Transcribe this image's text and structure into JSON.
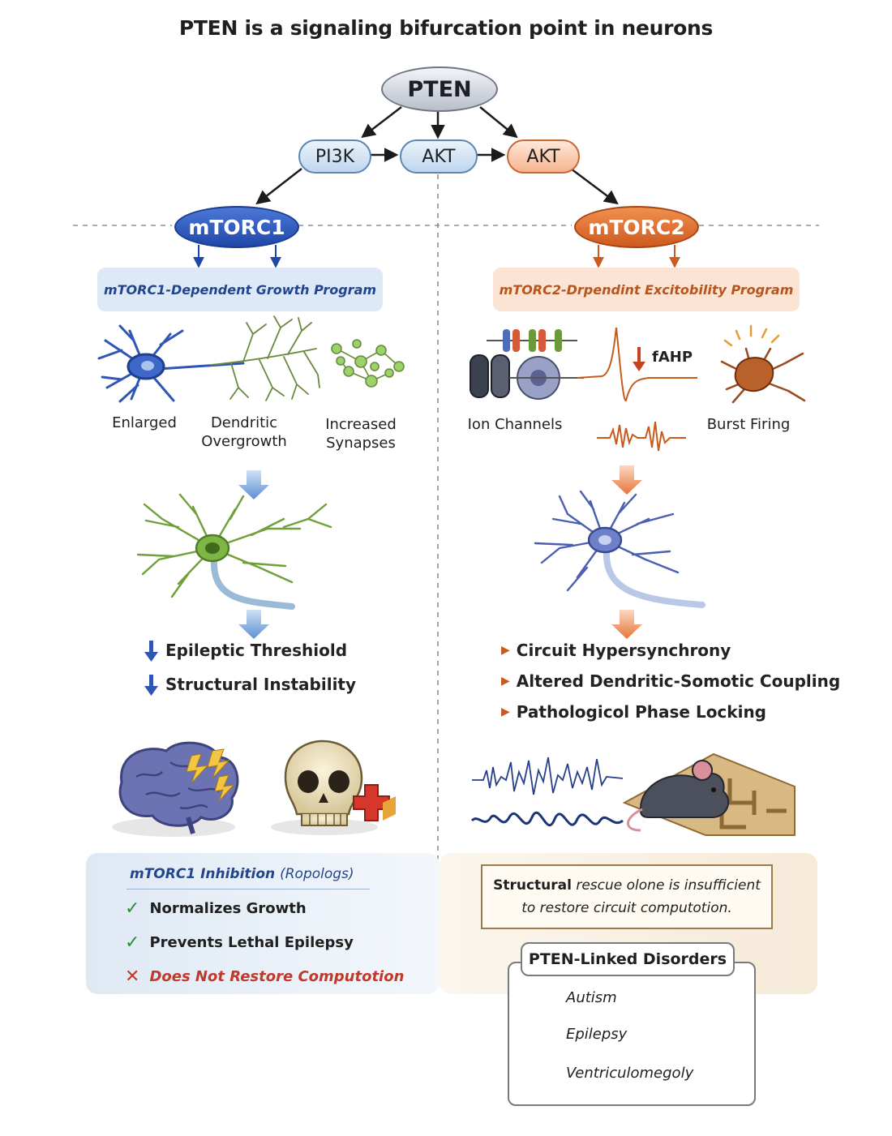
{
  "title": "PTEN is a signaling bifurcation point in neurons",
  "nodes": {
    "pten": "PTEN",
    "pi3k": "PI3K",
    "akt_left": "AKT",
    "akt_right": "AKT",
    "mtorc1": "mTORC1",
    "mtorc2": "mTORC2"
  },
  "programs": {
    "left": "mTORC1-Dependent Growth Program",
    "right": "mTORC2-Drpendint Excitobility Program"
  },
  "left_features": {
    "enlarged": "Enlarged",
    "dendritic_1": "Dendritic",
    "dendritic_2": "Overgrowth",
    "synapses_1": "Increased",
    "synapses_2": "Synapses"
  },
  "right_features": {
    "ion_channels": "Ion Channels",
    "fahp": "fAHP",
    "burst": "Burst Firing"
  },
  "left_outcomes": [
    "Epileptic Threshiold",
    "Structural Instability"
  ],
  "right_outcomes": [
    "Circuit Hypersynchrony",
    "Altered Dendritic-Somotic Coupling",
    "Pathologicol Phase Locking"
  ],
  "inhibition": {
    "title": "mTORC1 Inhibition",
    "title_suffix": "(Ropologs)",
    "items": [
      {
        "text": "Normalizes Growth",
        "ok": true
      },
      {
        "text": "Prevents Lethal Epilepsy",
        "ok": true
      },
      {
        "text": "Does Not Restore Computotion",
        "ok": false
      }
    ]
  },
  "rescue": {
    "line1_a": "Structural",
    "line1_b": "rescue olone is insufficient",
    "line2": "to restore circuit computotion."
  },
  "disorders": {
    "title": "PTEN-Linked Disorders",
    "items": [
      "Autism",
      "Epilepsy",
      "Ventriculomegoly"
    ]
  },
  "colors": {
    "blue": "#1f47a9",
    "orange": "#cf5a1f",
    "green_check": "#2e8b3a",
    "red_cross": "#c0392b"
  }
}
